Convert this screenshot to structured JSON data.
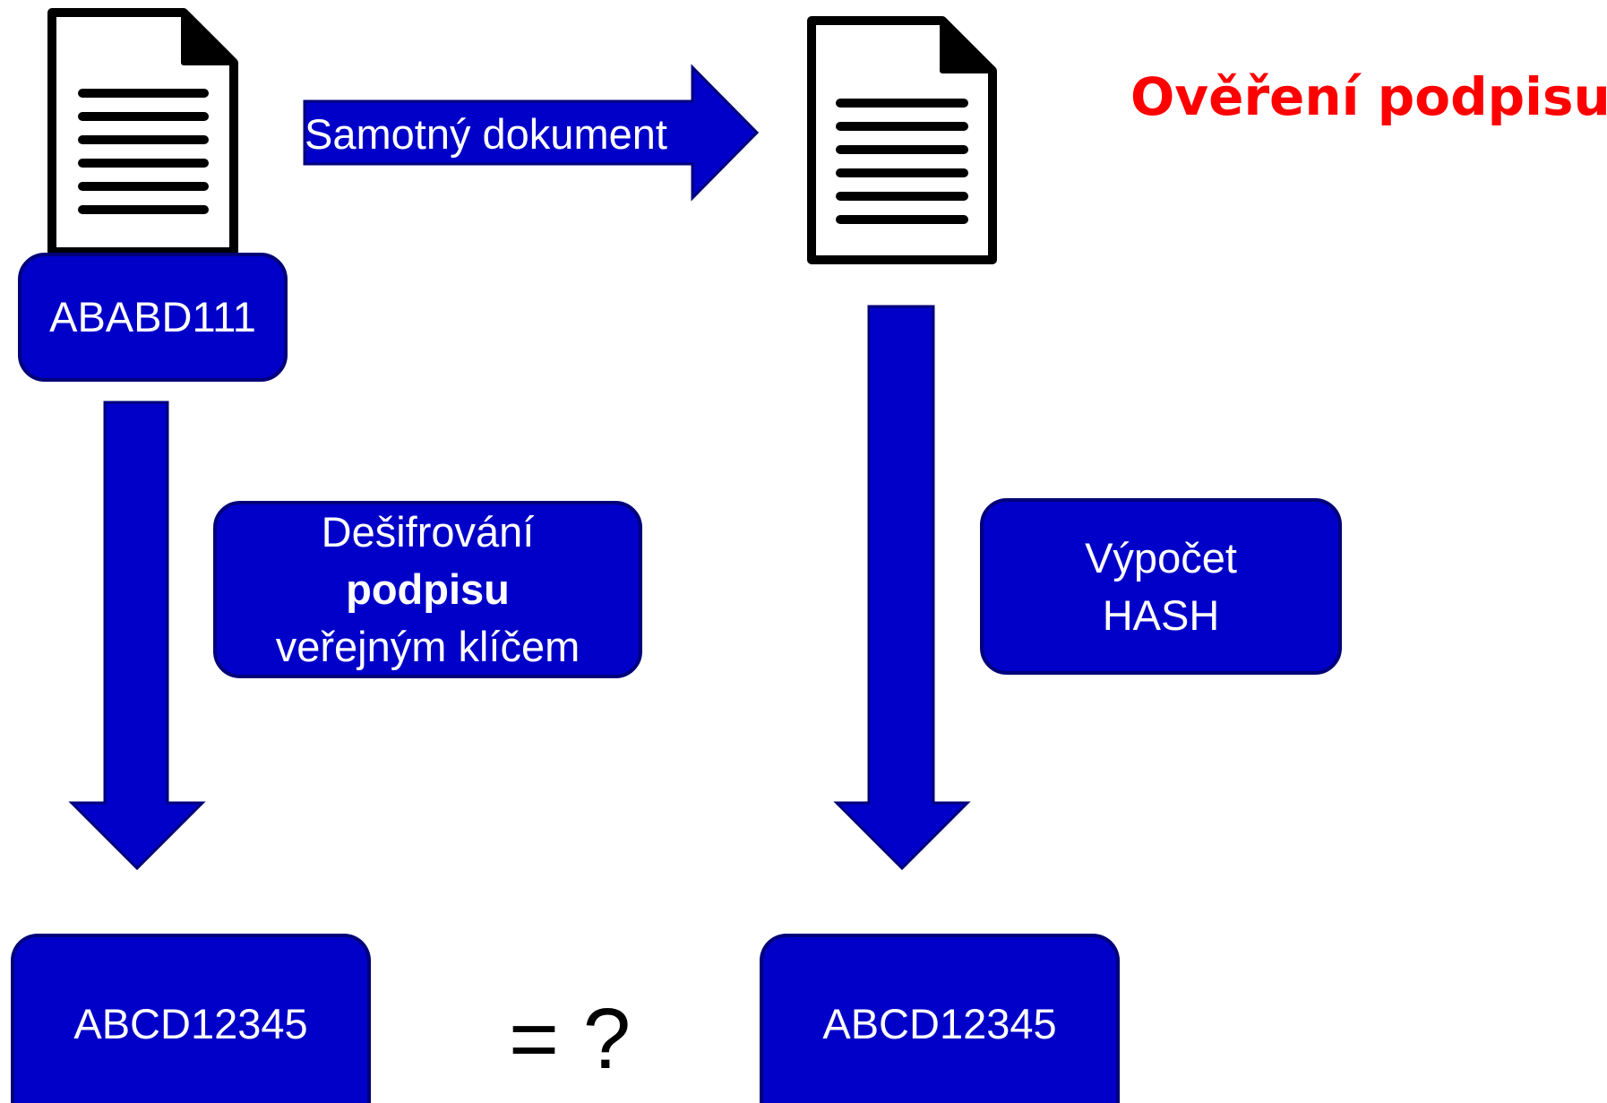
{
  "diagram": {
    "title": "Ověření podpisu",
    "document_arrow_label": "Samotný dokument",
    "signature_box": "ABABD111",
    "decrypt_step": {
      "line1": "Dešifrování",
      "line2": "podpisu",
      "line3": "veřejným klíčem"
    },
    "hash_step": {
      "line1": "Výpočet",
      "line2": "HASH"
    },
    "decrypted_result": "ABCD12345",
    "computed_result": "ABCD12345",
    "comparison": "= ?"
  },
  "colors": {
    "box_fill": "#0000c8",
    "box_border": "#00007a",
    "arrow_fill": "#0000c8",
    "title": "#ff0000",
    "text_on_box": "#ffffff"
  },
  "icons": {
    "document_icon": "document-icon"
  }
}
